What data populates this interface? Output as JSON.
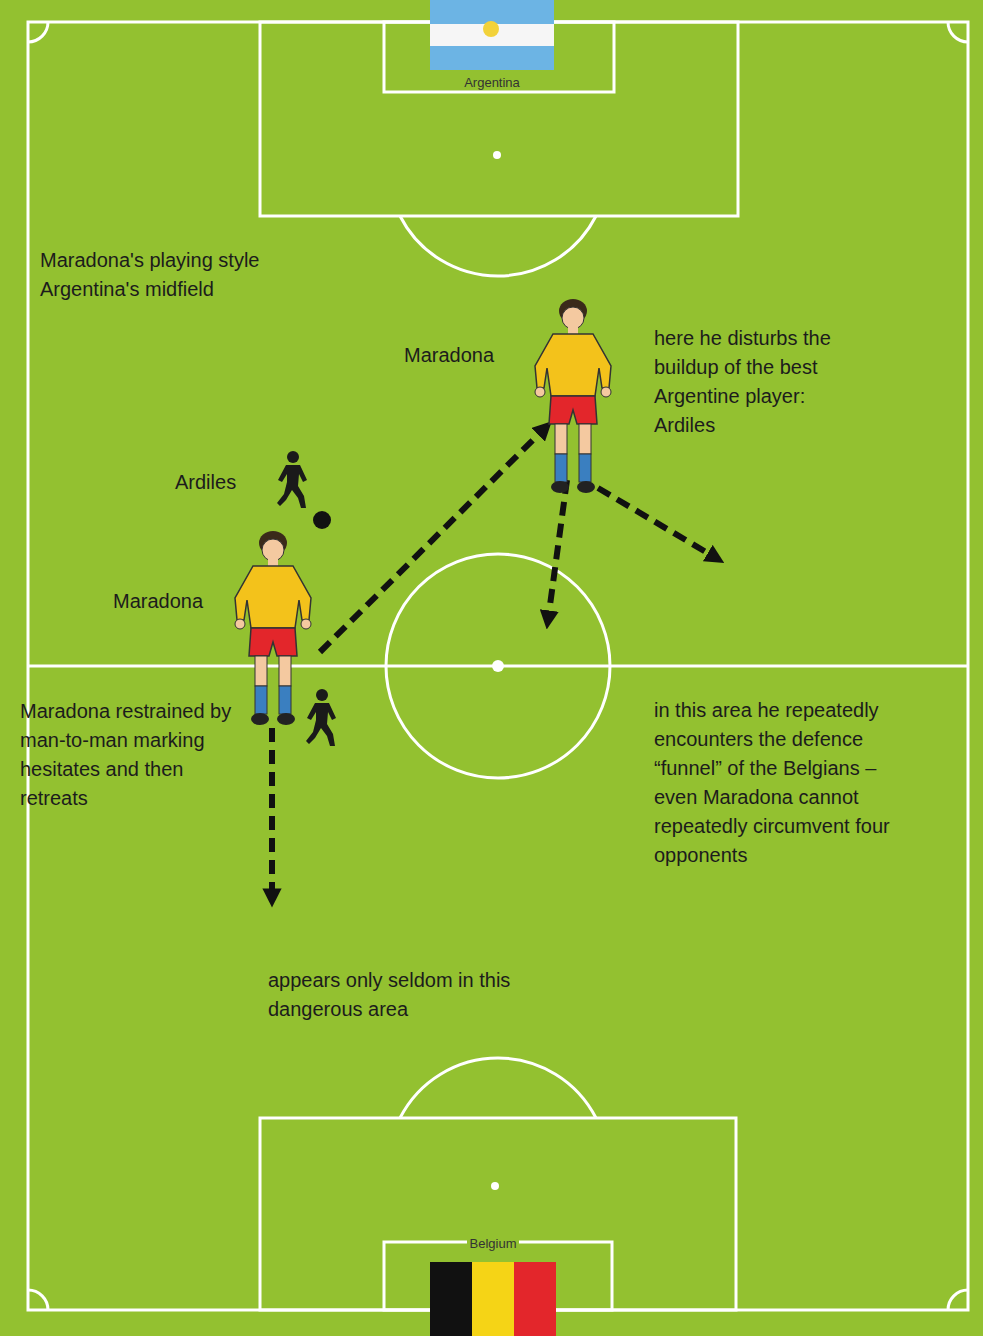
{
  "diagram": {
    "title": "Maradona's playing style Argentina's midfield",
    "nodes": [
      {
        "text": [
          "Argentina"
        ]
      },
      {
        "text": [
          "Belgium"
        ]
      }
    ],
    "labels": [
      "Maradona",
      "here he disturbs the buildup of the best Argentine player: Ardiles",
      "Ardiles",
      "Maradona",
      "Maradona restrained by man-to-man marking hesitates and then retreats",
      "in this area he repeatedly encounters the defence “funnel” of the Belgians – even Maradona cannot repeatedly circumvent four opponents",
      "appears only seldom in this dangerous area"
    ]
  }
}
